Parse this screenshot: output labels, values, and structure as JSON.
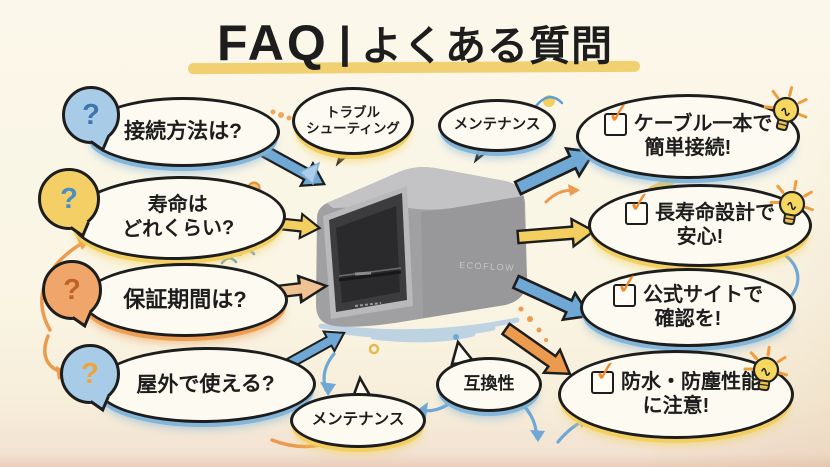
{
  "title": {
    "faq": "FAQ",
    "divider": "|",
    "jp": "よくある質問"
  },
  "questions": [
    {
      "label": "接続方法は?"
    },
    {
      "label": "寿命は\nどれくらい?"
    },
    {
      "label": "保証期間は?"
    },
    {
      "label": "屋外で使える?"
    }
  ],
  "topics": [
    {
      "label": "トラブル\nシューティング"
    },
    {
      "label": "メンテナンス"
    },
    {
      "label": "互換性"
    },
    {
      "label": "メンテナンス"
    }
  ],
  "answers": [
    {
      "line1": "ケーブル一本で",
      "line2": "簡単接続!"
    },
    {
      "line1": "長寿命設計で",
      "line2": "安心!"
    },
    {
      "line1": "公式サイトで",
      "line2": "確認を!"
    },
    {
      "line1": "防水・防塵性能",
      "line2": "に注意!"
    }
  ],
  "icons": {
    "question": "?",
    "check": "✓"
  },
  "product": {
    "brand": "ECOFLOW"
  },
  "colors": {
    "blue": "#7fb3d9",
    "yellow": "#f2cf5e",
    "orange": "#ec9b4e",
    "ink": "#1d1d1d",
    "paper": "#faf5e6"
  }
}
